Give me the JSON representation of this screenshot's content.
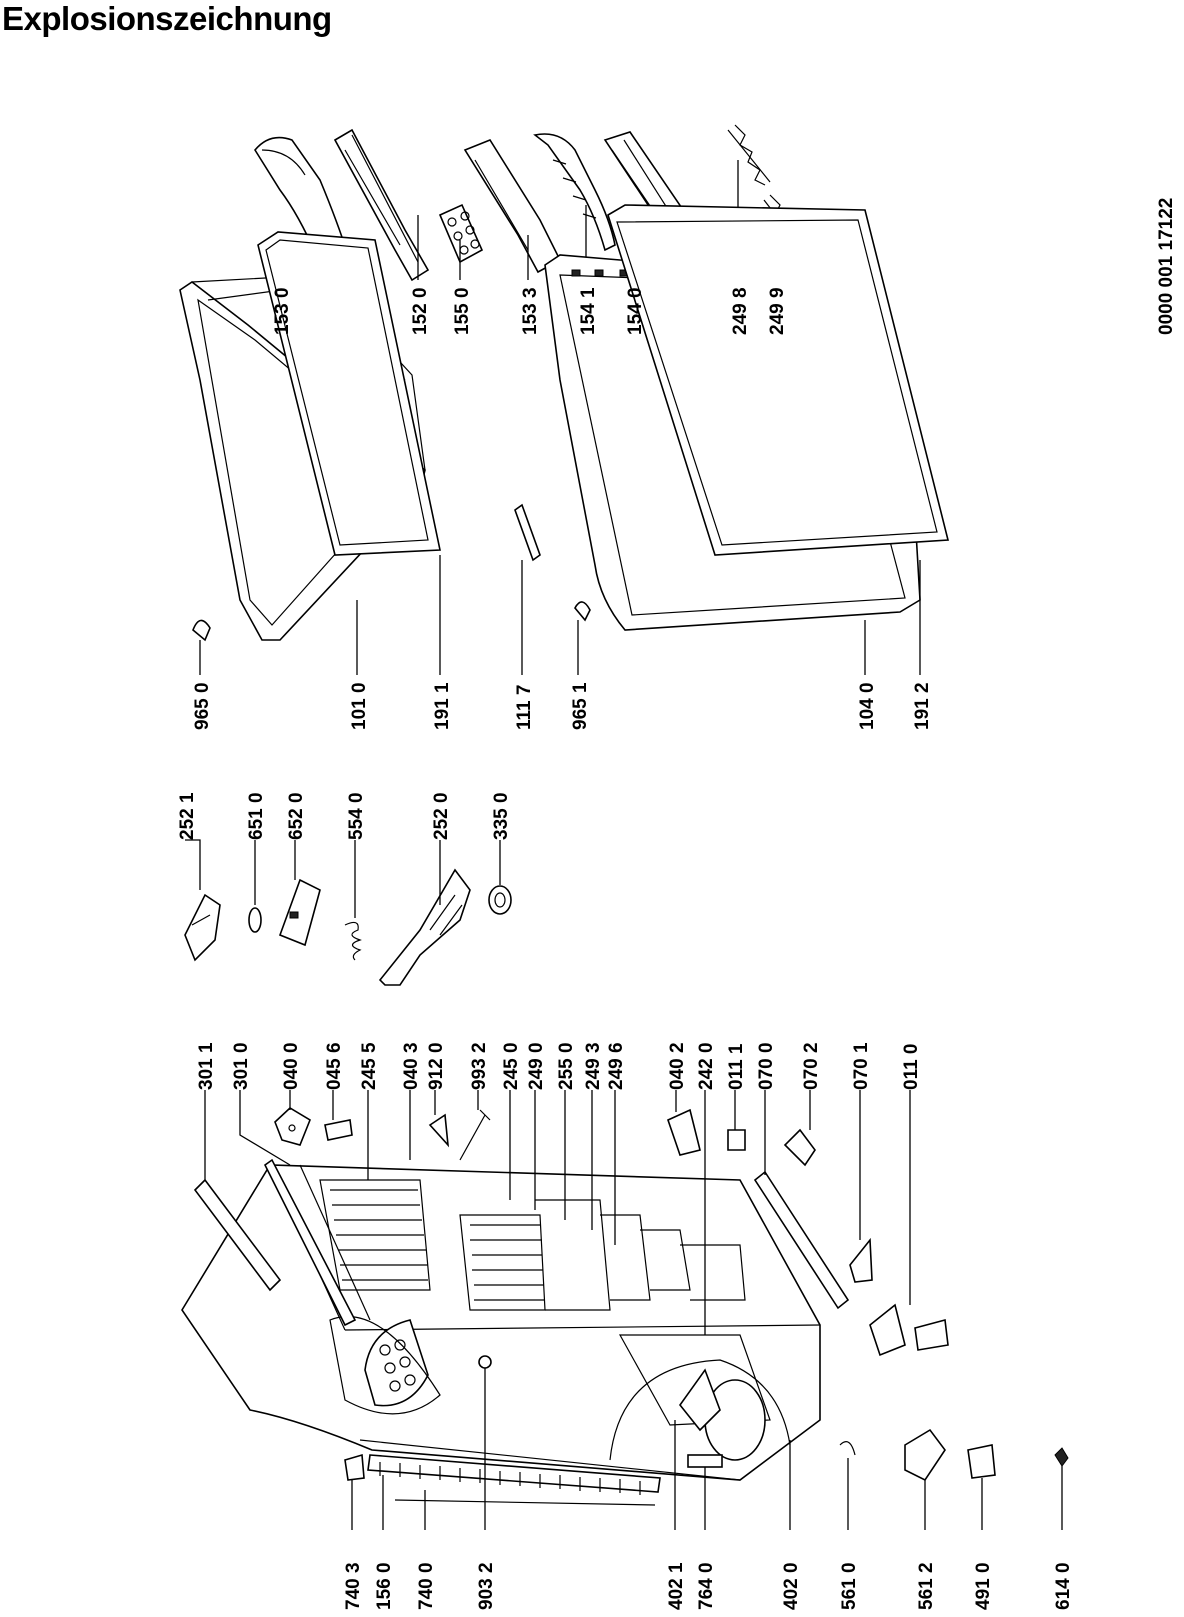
{
  "title": "Explosionszeichnung",
  "document_number": "0000 001 17122",
  "parts": {
    "p1530": "153 0",
    "p1520": "152 0",
    "p1550": "155 0",
    "p1533": "153 3",
    "p1541": "154 1",
    "p1540": "154 0",
    "p2498": "249 8",
    "p2499": "249 9",
    "p9650": "965 0",
    "p1010": "101 0",
    "p1911": "191 1",
    "p1117": "111 7",
    "p9651": "965 1",
    "p1040": "104 0",
    "p1912": "191 2",
    "p2521": "252 1",
    "p6510": "651 0",
    "p6520": "652 0",
    "p5540": "554 0",
    "p2520": "252 0",
    "p3350": "335 0",
    "p3011": "301 1",
    "p3010": "301 0",
    "p0400": "040 0",
    "p0456": "045 6",
    "p2455": "245 5",
    "p0403": "040 3",
    "p9120": "912 0",
    "p9932": "993 2",
    "p2450": "245 0",
    "p2490": "249 0",
    "p2550": "255 0",
    "p2493": "249 3",
    "p2496": "249 6",
    "p0402": "040 2",
    "p2420": "242 0",
    "p0111": "011 1",
    "p0700": "070 0",
    "p0702": "070 2",
    "p0701": "070 1",
    "p0110": "011 0",
    "p7403": "740 3",
    "p1560": "156 0",
    "p7400": "740 0",
    "p9032": "903 2",
    "p4021": "402 1",
    "p7640": "764 0",
    "p4020": "402 0",
    "p5610": "561 0",
    "p5612": "561 2",
    "p4910": "491 0",
    "p6140": "614 0"
  }
}
